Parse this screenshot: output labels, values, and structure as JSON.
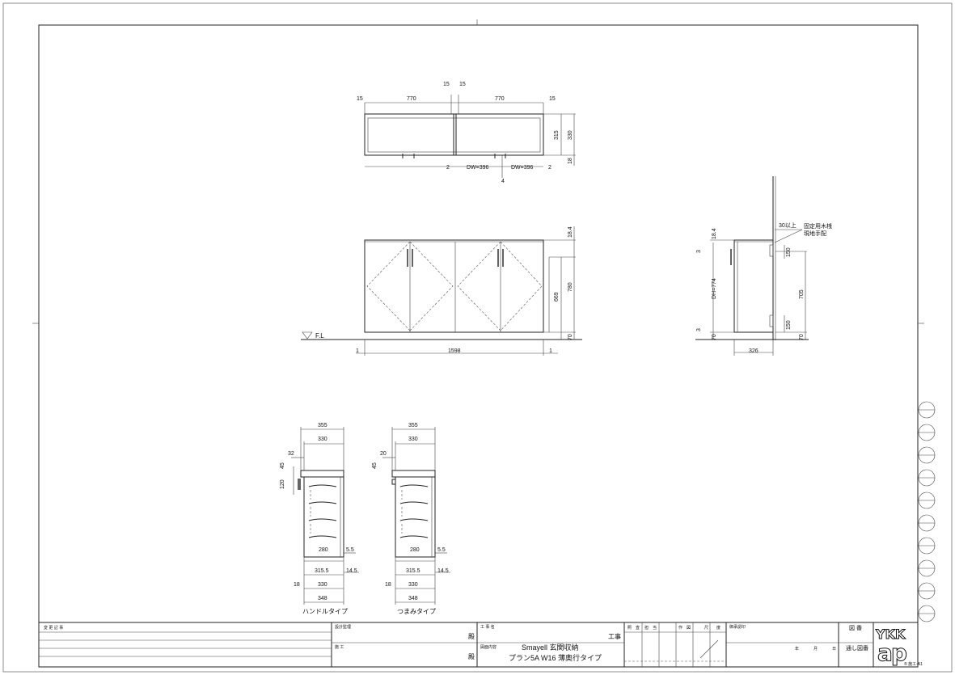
{
  "plan_dims": {
    "top": [
      "15",
      "770",
      "15",
      "15",
      "770",
      "15"
    ],
    "right": [
      "315",
      "330",
      "18"
    ],
    "bottom": [
      "2",
      "DW=396",
      "4",
      "DW=396",
      "2"
    ]
  },
  "front": {
    "fl_label": "F.L",
    "dims": {
      "d1598": "1598",
      "d1a": "1",
      "d1b": "1",
      "d18": "18.4",
      "d669": "669",
      "d780": "780",
      "d70": "70"
    }
  },
  "side": {
    "note_line1": "30以上",
    "note_line2": "固定用木桟",
    "note_line3": "現地手配",
    "dims": {
      "d18": "18.4",
      "d3a": "3",
      "dh": "DH=774",
      "d3b": "3",
      "d70a": "70",
      "d150a": "150",
      "d705": "705",
      "d150b": "150",
      "d70b": "70",
      "d326": "326"
    }
  },
  "section_handle": {
    "caption": "ハンドルタイプ",
    "dims": {
      "d355": "355",
      "d330t": "330",
      "d32": "32",
      "d45": "45",
      "d120": "120",
      "d280": "280",
      "d55": "5.5",
      "d3155": "315.5",
      "d145": "14.5",
      "d18": "18",
      "d330b": "330",
      "d348": "348"
    }
  },
  "section_knob": {
    "caption": "つまみタイプ",
    "dims": {
      "d355": "355",
      "d330t": "330",
      "d20": "20",
      "d45": "45",
      "d280": "280",
      "d55": "5.5",
      "d3155": "315.5",
      "d145": "14.5",
      "d18": "18",
      "d330b": "330",
      "d348": "348"
    }
  },
  "title_block": {
    "revision_label": "変 更 記 事",
    "design_label": "設計監理",
    "construction_label": "施 工",
    "dono1": "殿",
    "dono2": "殿",
    "project_label": "工 事 名",
    "koji": "工事",
    "content_label": "図面内容",
    "content_line1": "Smayell 玄関収納",
    "content_line2": "プラン5A W16 薄奥行タイプ",
    "roles": [
      "照",
      "査",
      "担",
      "当",
      "作",
      "図",
      "尺",
      "度"
    ],
    "approval_label": "御承認印",
    "date_year": "年",
    "date_month": "月",
    "date_day": "日",
    "drawing_no_label": "図 番",
    "serial_label": "通し図番",
    "logo_text": "YKK ap",
    "sheet_code": "® 施エ-A1"
  }
}
